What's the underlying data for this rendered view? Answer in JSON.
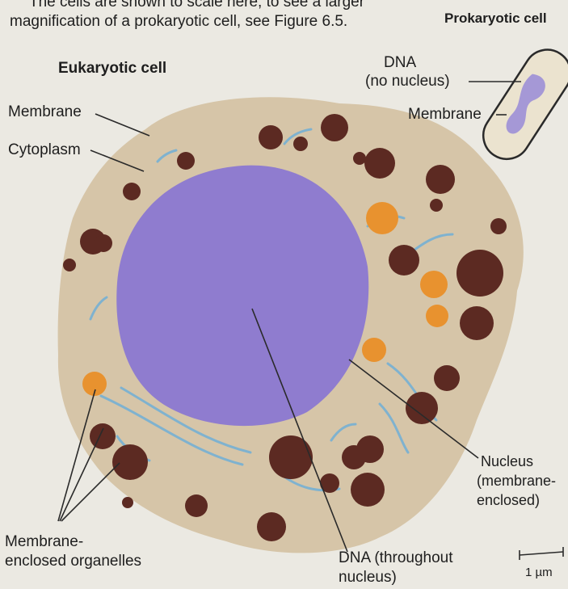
{
  "caption": {
    "line1": "The cells are shown to scale here; to see a larger",
    "line2": "magnification of a prokaryotic cell, see Figure 6.5."
  },
  "prokaryote": {
    "title": "Prokaryotic cell",
    "dna_label_1": "DNA",
    "dna_label_2": "(no nucleus)",
    "membrane_label": "Membrane"
  },
  "eukaryote": {
    "title": "Eukaryotic cell",
    "membrane_label": "Membrane",
    "cytoplasm_label": "Cytoplasm",
    "organelles_label_1": "Membrane-",
    "organelles_label_2": "enclosed organelles",
    "dna_label_1": "DNA (throughout",
    "dna_label_2": "nucleus)",
    "nucleus_label_1": "Nucleus",
    "nucleus_label_2": "(membrane-",
    "nucleus_label_3": "enclosed)"
  },
  "scale_bar": {
    "label": "1 µm"
  },
  "colors": {
    "cytoplasm": "#d6c5a8",
    "nucleus": "#8f7ccf",
    "organelle_dark": "#5c2a22",
    "organelle_orange": "#e8922f",
    "er_blue": "#7fb2cf",
    "prokaryote_body": "#ebe3cf",
    "prokaryote_dna": "#9d8fd6"
  }
}
